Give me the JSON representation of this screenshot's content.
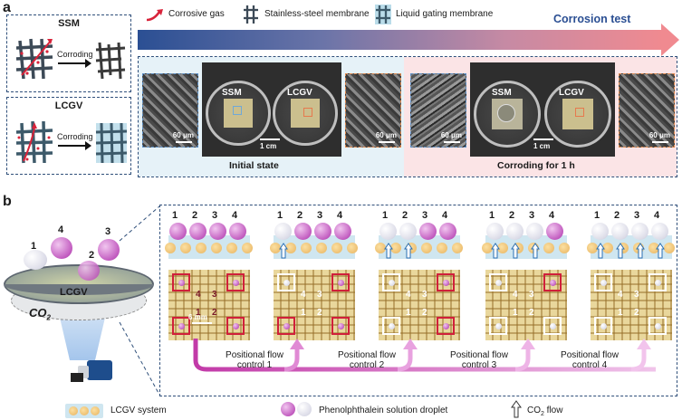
{
  "panel_a": {
    "label": "a",
    "ssm_title": "SSM",
    "lcgv_title": "LCGV",
    "corroding_label_1": "Corroding",
    "corroding_label_2": "Corroding",
    "legend": {
      "gas": "Corrosive gas",
      "stainless": "Stainless-steel membrane",
      "liquid": "Liquid gating membrane"
    },
    "arrow_title": "Corrosion test",
    "scale_60_1": "60 μm",
    "scale_60_2": "60 μm",
    "scale_60_3": "60 μm",
    "scale_60_4": "60 μm",
    "scale_1cm_1": "1 cm",
    "scale_1cm_2": "1 cm",
    "dish_ssm_1": "SSM",
    "dish_lcgv_1": "LCGV",
    "dish_ssm_2": "SSM",
    "dish_lcgv_2": "LCGV",
    "initial_state": "Initial state",
    "corroding_1h": "Corroding for 1 h",
    "colors": {
      "arrow_start": "#2b4f93",
      "arrow_end": "#e88a8a",
      "title": "#2b4f93"
    }
  },
  "panel_b": {
    "label": "b",
    "device_label": "LCGV",
    "gas_label": "CO",
    "gas_sub": "2",
    "device_drops": [
      "1",
      "2",
      "3",
      "4"
    ],
    "column_numbers": [
      "1",
      "2",
      "3",
      "4"
    ],
    "grid_numbers": [
      "4",
      "3",
      "1",
      "2"
    ],
    "scale_6mm": "6 mm",
    "flow_steps": [
      {
        "line1": "Positional flow",
        "line2": "control 1"
      },
      {
        "line1": "Positional flow",
        "line2": "control 2"
      },
      {
        "line1": "Positional flow",
        "line2": "control 3"
      },
      {
        "line1": "Positional flow",
        "line2": "control 4"
      }
    ],
    "legend": {
      "system": "LCGV system",
      "droplet": "Phenolphthalein solution droplet",
      "flow": "CO",
      "flow_sub": "2",
      "flow_tail": " flow"
    }
  }
}
